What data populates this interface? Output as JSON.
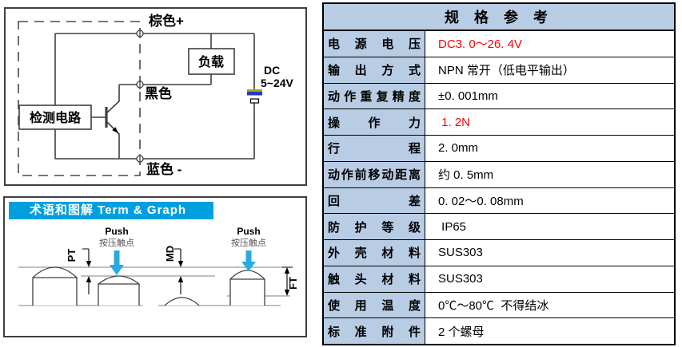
{
  "colors": {
    "table_fill": "#b8cce4",
    "red_value": "#ff0000",
    "banner": "#00a0e0",
    "push_arrow": "#29abe2",
    "battery_blue": "#2a35c8",
    "battery_yellow": "#b0a800"
  },
  "circuit": {
    "labels": {
      "brown_plus": "棕色+",
      "black": "黑色",
      "blue_minus": "蓝色 -",
      "load": "负载",
      "detect": "检测电路",
      "dc": "DC",
      "voltage": "5~24V"
    }
  },
  "term_graph": {
    "banner": "术语和图解 Term & Graph",
    "push1_title": "Push",
    "push1_sub": "按压触点",
    "push2_title": "Push",
    "push2_sub": "按压触点",
    "dim_pt": "PT",
    "dim_md": "MD",
    "dim_ft": "FT"
  },
  "spec_table": {
    "title": "规 格 参 考",
    "rows": [
      {
        "label": "电源电压",
        "value": "DC3. 0～26. 4V",
        "value_color": "#ff0000"
      },
      {
        "label": "输出方式",
        "value": "NPN 常开（低电平输出）"
      },
      {
        "label": "动作重复精度",
        "value": "±0. 001mm"
      },
      {
        "label": "操作力",
        "value": " 1. 2N",
        "value_color": "#ff0000"
      },
      {
        "label": "行程",
        "value": "2. 0mm"
      },
      {
        "label": "动作前移动距离",
        "value": "约 0. 5mm"
      },
      {
        "label": "回差",
        "value": "0. 02～0. 08mm"
      },
      {
        "label": "防护等级",
        "value": " IP65"
      },
      {
        "label": "外壳材料",
        "value": "SUS303"
      },
      {
        "label": "触头材料",
        "value": "SUS303"
      },
      {
        "label": "使用温度",
        "value": "0℃～80℃  不得结冰"
      },
      {
        "label": "标准附件",
        "value": "2 个螺母"
      }
    ]
  }
}
